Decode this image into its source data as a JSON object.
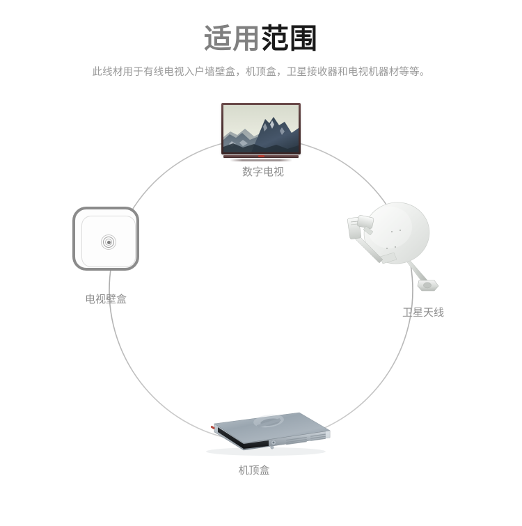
{
  "header": {
    "title_part1": "适用",
    "title_part2": "范围",
    "subtitle": "此线材用于有线电视入户墙壁盒，机顶盒，卫星接收器和电视机器材等等。"
  },
  "diagram": {
    "ring_color": "#b9b9b9",
    "label_color": "#8d8d8d",
    "nodes": [
      {
        "id": "digital-tv",
        "label": "数字电视"
      },
      {
        "id": "tv-wall-box",
        "label": "电视壁盒"
      },
      {
        "id": "satellite-dish",
        "label": "卫星天线"
      },
      {
        "id": "set-top-box",
        "label": "机顶盒"
      }
    ]
  },
  "colors": {
    "title_gray": "#808080",
    "title_dark": "#1a1a1a",
    "subtitle": "#9a9a9a",
    "background": "#ffffff"
  }
}
